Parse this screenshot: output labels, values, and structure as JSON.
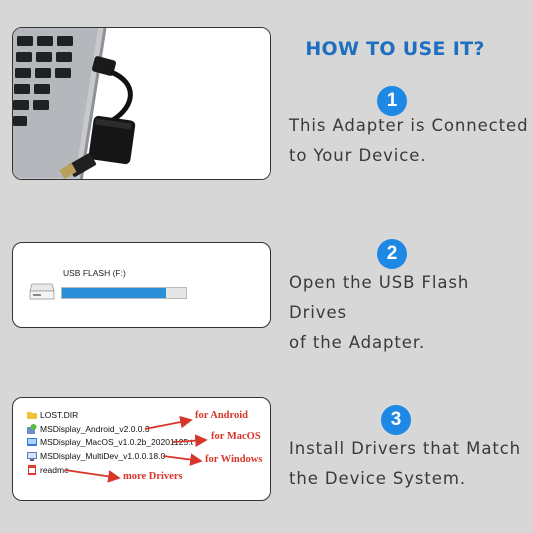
{
  "title": "HOW TO USE IT?",
  "steps": [
    {
      "number": "1",
      "lines": [
        "This Adapter is Connected",
        "to Your Device."
      ]
    },
    {
      "number": "2",
      "lines": [
        "Open the USB Flash Drives",
        "of the Adapter."
      ]
    },
    {
      "number": "3",
      "lines": [
        "Install Drivers that Match",
        "the Device System."
      ]
    }
  ],
  "drive": {
    "label": "USB FLASH (F:)",
    "fill_percent": 84
  },
  "files": [
    {
      "name": "LOST.DIR",
      "icon": "folder-icon"
    },
    {
      "name": "MSDisplay_Android_v2.0.0.3",
      "icon": "android-installer-icon"
    },
    {
      "name": "MSDisplay_MacOS_v1.0.2b_20201125.t",
      "icon": "macos-installer-icon"
    },
    {
      "name": "MSDisplay_MultiDev_v1.0.0.18.0",
      "icon": "windows-installer-icon"
    },
    {
      "name": "readme",
      "icon": "pdf-icon"
    }
  ],
  "annotations": [
    "for Android",
    "for MacOS",
    "for Windows",
    "more Drivers"
  ],
  "colors": {
    "title": "#1f6fc0",
    "step_circle": "#1e88e5",
    "annotation": "#d8362a",
    "drive_fill": "#2a8fd6"
  }
}
